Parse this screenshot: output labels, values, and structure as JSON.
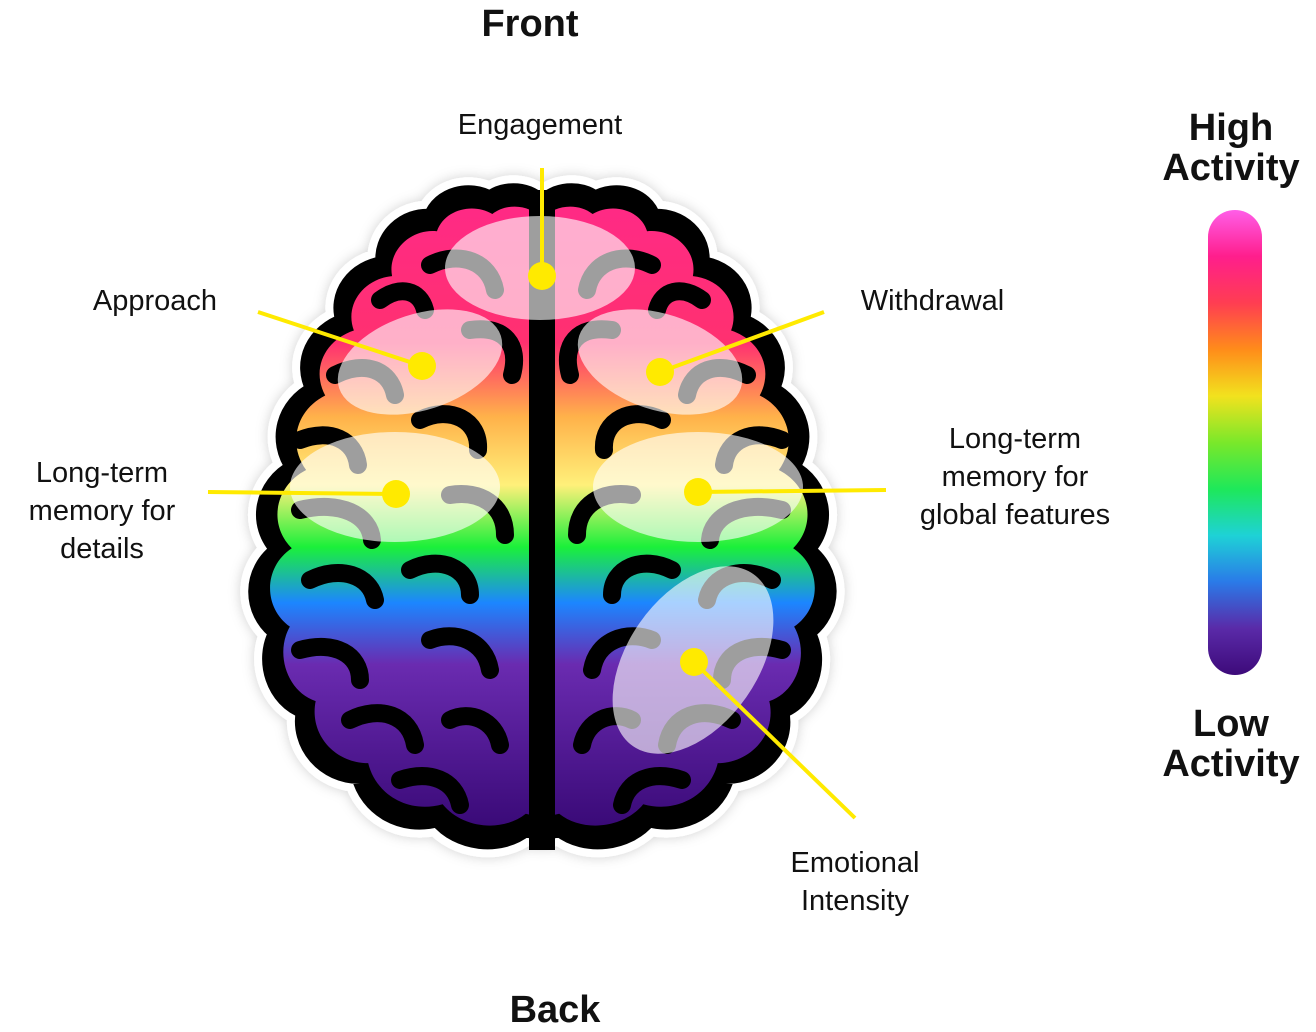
{
  "orientation": {
    "front": "Front",
    "back": "Back"
  },
  "legend": {
    "high": "High\nActivity",
    "low": "Low\nActivity",
    "gradient_colors": [
      "#ff5ee8",
      "#ff1e8c",
      "#ff3d52",
      "#ff8c1a",
      "#f2e21e",
      "#7ae82a",
      "#1ee85a",
      "#1ed2d6",
      "#2a7ae8",
      "#5a2aa8",
      "#3d0a7a"
    ]
  },
  "regions": [
    {
      "id": "engagement",
      "label": "Engagement"
    },
    {
      "id": "approach",
      "label": "Approach"
    },
    {
      "id": "withdrawal",
      "label": "Withdrawal"
    },
    {
      "id": "memory-details",
      "label": "Long-term\nmemory for\ndetails"
    },
    {
      "id": "memory-global",
      "label": "Long-term\nmemory for\nglobal features"
    },
    {
      "id": "emotional-intensity",
      "label": "Emotional\nIntensity"
    }
  ],
  "colors": {
    "callout": "#ffea00",
    "outline": "#000000",
    "brain_gradient": [
      "#ff2a85",
      "#ff3070",
      "#ffb24a",
      "#fff07a",
      "#1bf03a",
      "#1c86ff",
      "#6a2bb0",
      "#3a0a78"
    ]
  }
}
